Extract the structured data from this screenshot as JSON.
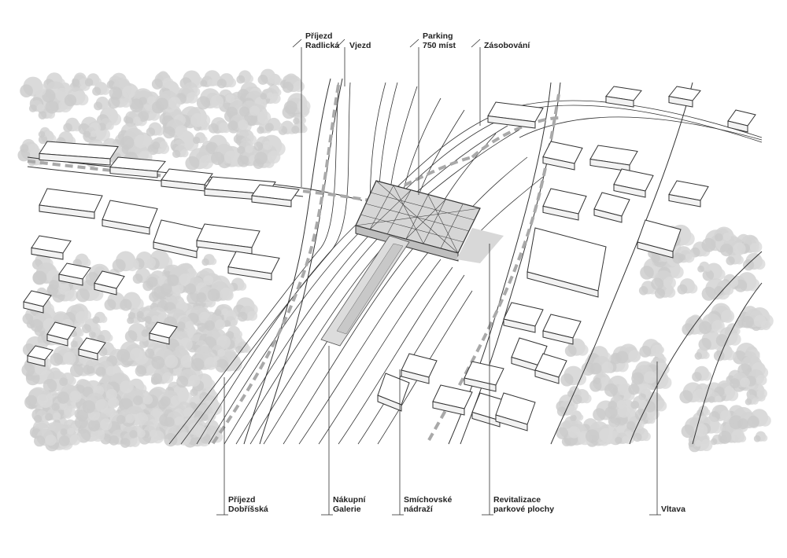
{
  "diagram": {
    "labels": [
      {
        "id": "prijezd-radlicka",
        "lines": [
          "Příjezd",
          "Radlická"
        ]
      },
      {
        "id": "vjezd",
        "lines": [
          "Vjezd"
        ]
      },
      {
        "id": "parking",
        "lines": [
          "Parking",
          "750 míst"
        ]
      },
      {
        "id": "zasobovani",
        "lines": [
          "Zásobování"
        ]
      },
      {
        "id": "prijezd-dobrisska",
        "lines": [
          "Příjezd",
          "Dobříšská"
        ]
      },
      {
        "id": "nakupni-galerie",
        "lines": [
          "Nákupní",
          "Galerie"
        ]
      },
      {
        "id": "smichovske-nadrazi",
        "lines": [
          "Smíchovské",
          "nádraží"
        ]
      },
      {
        "id": "revitalizace",
        "lines": [
          "Revitalizace",
          "parkové plochy"
        ]
      },
      {
        "id": "vltava",
        "lines": [
          "Vltava"
        ]
      }
    ],
    "colors": {
      "line": "#333333",
      "tree": "#cfcfcf",
      "route": "#a9a9a9",
      "building_fill": "#ffffff",
      "parking_fill": "#d6d6d6"
    }
  }
}
